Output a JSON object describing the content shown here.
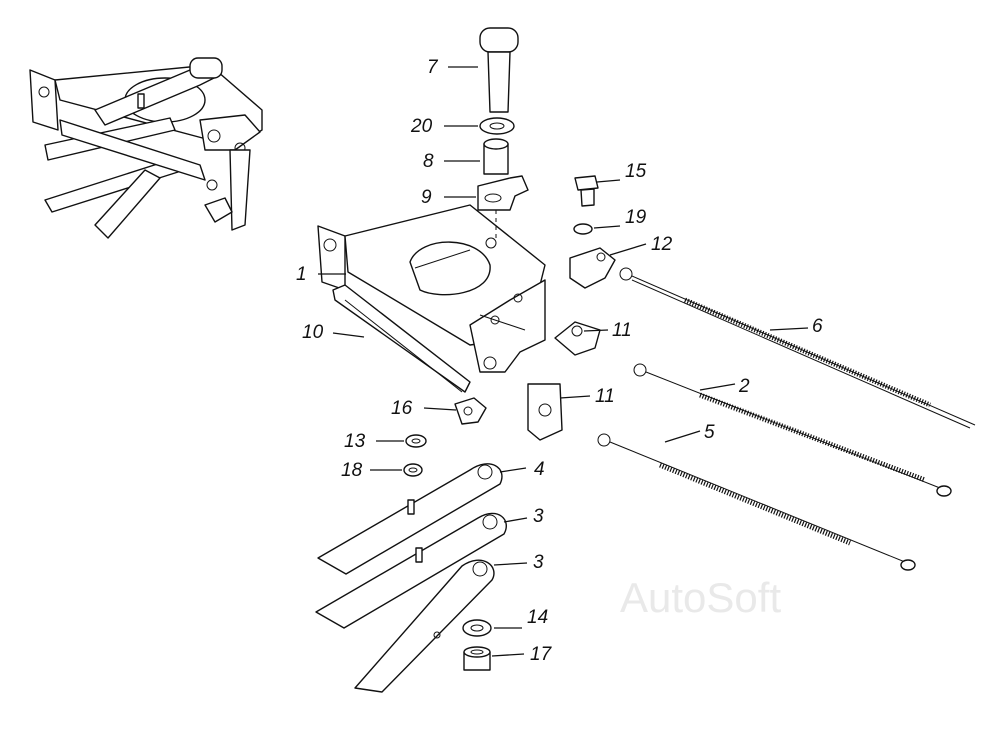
{
  "diagram": {
    "watermark": "AutoSoft",
    "callouts": [
      "1",
      "2",
      "3",
      "3",
      "4",
      "5",
      "6",
      "7",
      "8",
      "9",
      "10",
      "11",
      "11",
      "12",
      "13",
      "14",
      "15",
      "16",
      "17",
      "18",
      "19",
      "20"
    ]
  }
}
